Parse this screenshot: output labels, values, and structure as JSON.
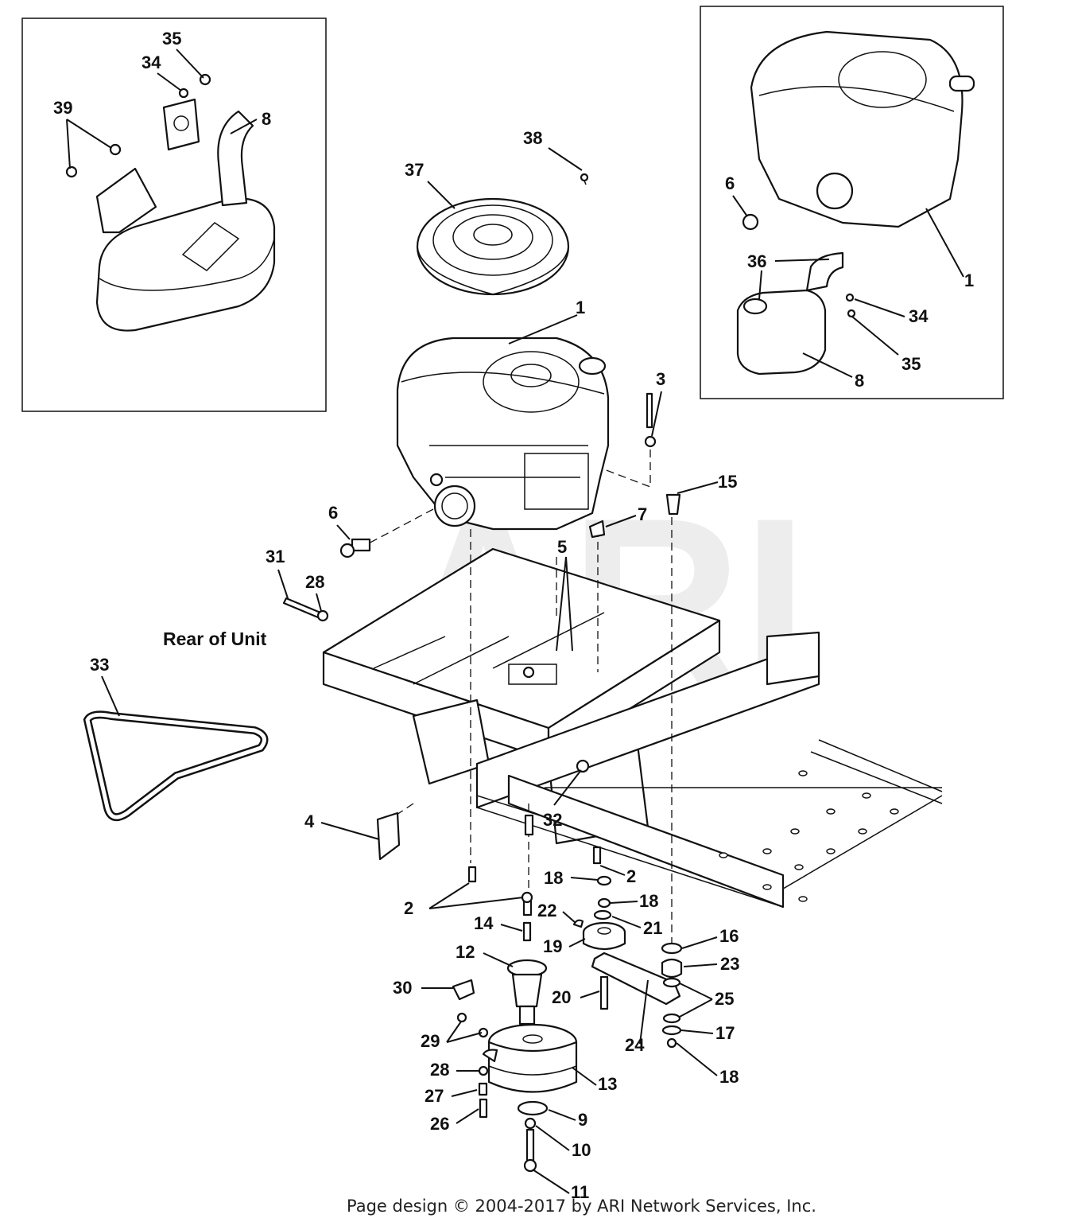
{
  "watermark": "ARI",
  "note_rear_of_unit": "Rear of Unit",
  "footer": "Page design © 2004-2017 by ARI Network Services, Inc.",
  "callouts": {
    "c35a": "35",
    "c34a": "34",
    "c39": "39",
    "c8a": "8",
    "c38": "38",
    "c37": "37",
    "c1a": "1",
    "c3": "3",
    "c15": "15",
    "c6a": "6",
    "c1b": "1",
    "c36": "36",
    "c34b": "34",
    "c35b": "35",
    "c8b": "8",
    "c6b": "6",
    "c7": "7",
    "c5": "5",
    "c31": "31",
    "c28a": "28",
    "c33": "33",
    "c4": "4",
    "c32": "32",
    "c2a": "2",
    "c2b": "2",
    "c18a": "18",
    "c18b": "18",
    "c22": "22",
    "c14": "14",
    "c21": "21",
    "c19": "19",
    "c16": "16",
    "c23": "23",
    "c12": "12",
    "c30": "30",
    "c20": "20",
    "c25": "25",
    "c24": "24",
    "c17": "17",
    "c29": "29",
    "c18c": "18",
    "c28b": "28",
    "c13": "13",
    "c27": "27",
    "c26": "26",
    "c9": "9",
    "c10": "10",
    "c11": "11"
  }
}
